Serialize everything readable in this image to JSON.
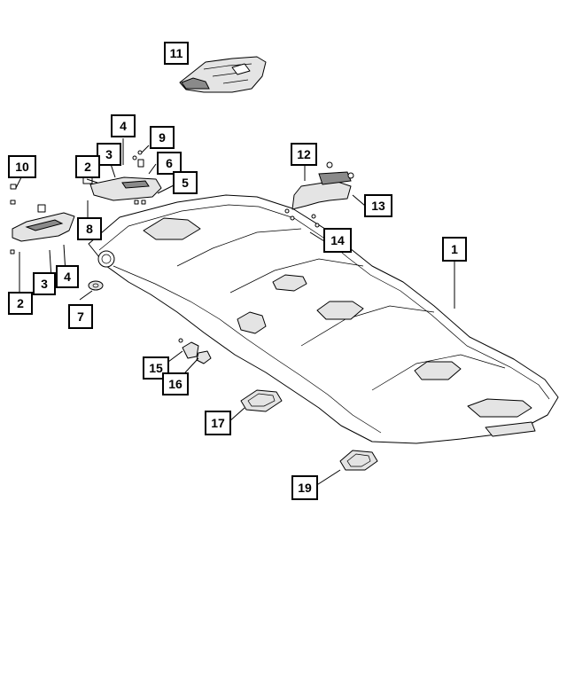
{
  "callouts": {
    "c1": "1",
    "c2a": "2",
    "c2b": "2",
    "c3a": "3",
    "c3b": "3",
    "c4a": "4",
    "c4b": "4",
    "c5": "5",
    "c6": "6",
    "c7": "7",
    "c8": "8",
    "c9": "9",
    "c10": "10",
    "c11": "11",
    "c12": "12",
    "c13": "13",
    "c14": "14",
    "c15": "15",
    "c16": "16",
    "c17": "17",
    "c19": "19"
  },
  "colors": {
    "line": "#000000",
    "background": "#ffffff",
    "shade": "#e4e4e4"
  }
}
